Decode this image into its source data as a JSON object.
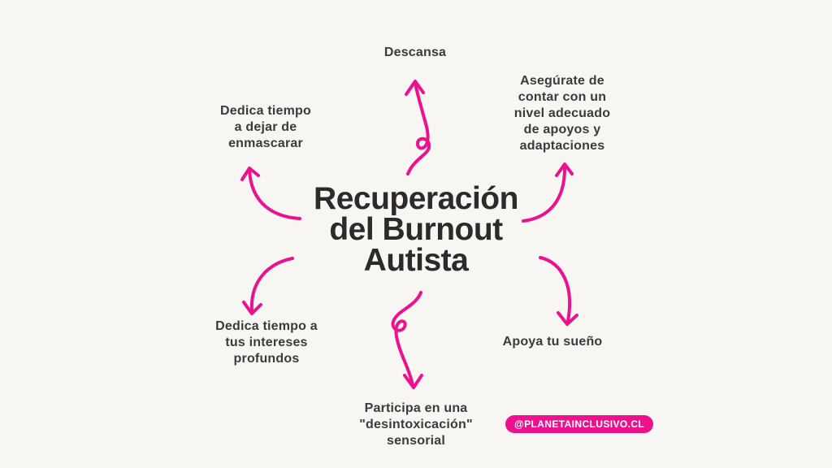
{
  "page": {
    "background": "#f7f6f2",
    "accent_pink": "#ec128e",
    "text_dark": "#3c3a3d",
    "title_dark": "#2d2a2c",
    "badge_text_color": "#ffffff"
  },
  "center_title": {
    "text": "Recuperación\ndel Burnout\nAutista"
  },
  "nodes": {
    "top": {
      "label": "Descansa"
    },
    "top_right": {
      "label": "Asegúrate de\ncontar con un\nnivel adecuado\nde apoyos y\nadaptaciones"
    },
    "top_left": {
      "label": "Dedica tiempo\na dejar de\nenmascarar"
    },
    "bottom_left": {
      "label": "Dedica tiempo a\ntus intereses\nprofundos"
    },
    "bottom_center": {
      "label": "Participa en una\n\"desintoxicación\"\nsensorial"
    },
    "bottom_right": {
      "label": "Apoya tu sueño"
    }
  },
  "badge": {
    "label": "@PLANETAINCLUSIVO.CL"
  }
}
